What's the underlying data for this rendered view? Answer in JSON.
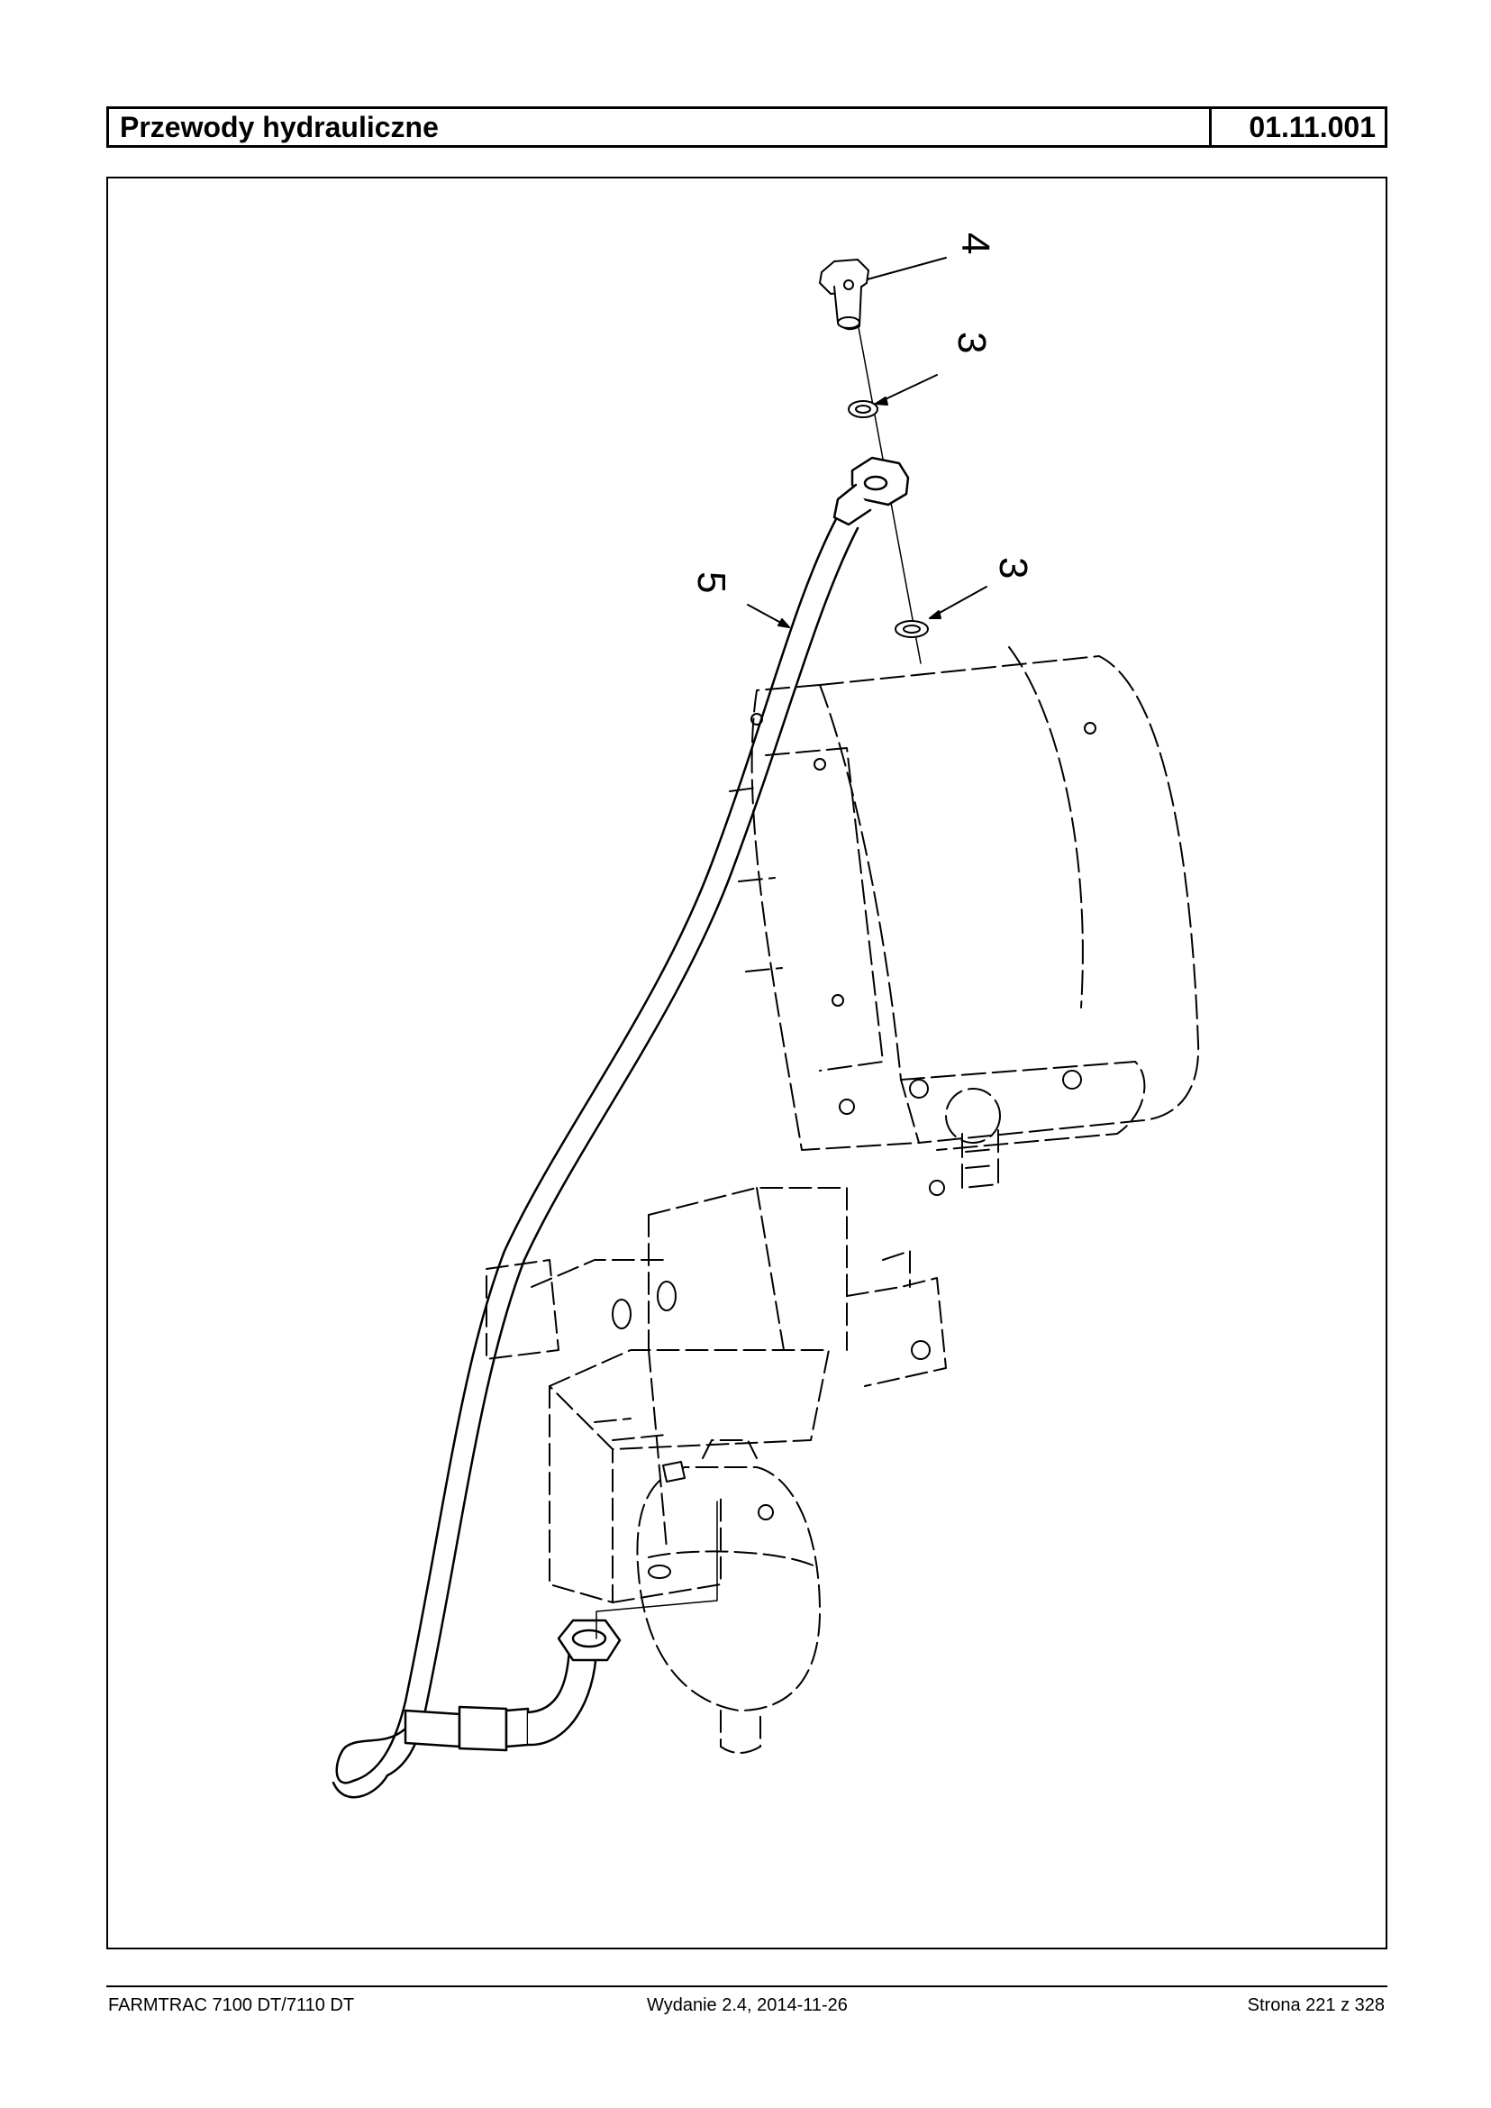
{
  "header": {
    "title": "Przewody hydrauliczne",
    "code": "01.11.001"
  },
  "diagram": {
    "callouts": [
      "4",
      "3",
      "5",
      "3"
    ]
  },
  "footer": {
    "model": "FARMTRAC 7100 DT/7110 DT",
    "edition": "Wydanie 2.4,  2014-11-26",
    "page": "Strona 221 z 328"
  }
}
